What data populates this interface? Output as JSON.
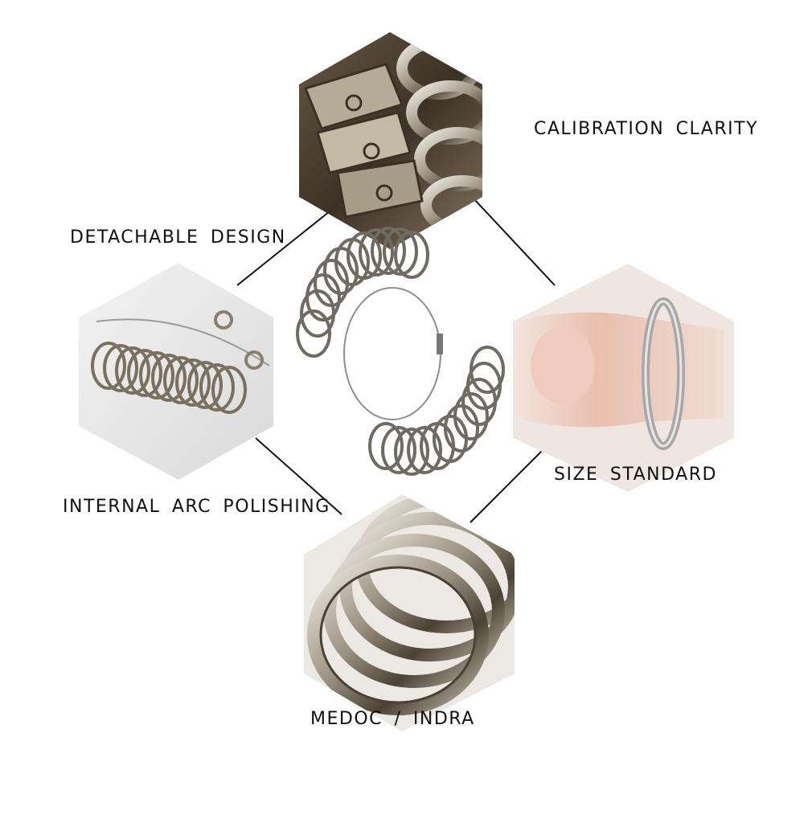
{
  "labels": {
    "calibration": "CALIBRATION CLARITY",
    "detachable": "DETACHABLE DESIGN",
    "size_standard": "SIZE STANDARD",
    "internal_arc": "INTERNAL ARC POLISHING",
    "brand": "MEDOC / INDRA"
  },
  "colors": {
    "background": "#ffffff",
    "line": "#111111",
    "metal_light": "#e2ddd2",
    "metal_dark": "#5a4f40",
    "skin": "#e9c3b5"
  }
}
